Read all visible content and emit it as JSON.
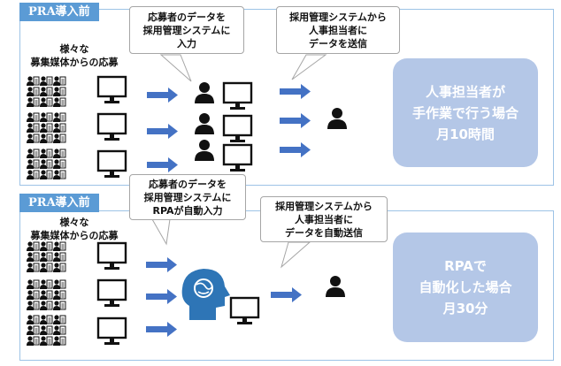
{
  "before": {
    "tag": "PRA導入前",
    "source_label": [
      "様々な",
      "募集媒体からの応募"
    ],
    "callout_input": [
      "応募者のデータを",
      "採用管理システムに",
      "入力"
    ],
    "callout_send": [
      "採用管理システムから",
      "人事担当者に",
      "データを送信"
    ],
    "result": [
      "人事担当者が",
      "手作業で行う場合",
      "月10時間"
    ]
  },
  "after": {
    "tag": "PRA導入前",
    "source_label": [
      "様々な",
      "募集媒体からの応募"
    ],
    "callout_input": [
      "応募者のデータを",
      "採用管理システムに",
      "RPAが自動入力"
    ],
    "callout_send": [
      "採用管理システムから",
      "人事担当者に",
      "データを自動送信"
    ],
    "result": [
      "RPAで",
      "自動化した場合",
      "月30分"
    ]
  },
  "icons": {
    "applicants": "applicant-crowd-icon",
    "monitor": "monitor-icon",
    "arrow": "arrow-right-icon",
    "person": "person-icon",
    "rpa": "ai-head-icon"
  },
  "colors": {
    "arrow": "#4472c4",
    "tag": "#5b9bd5",
    "result": "#b4c7e7",
    "border": "#9dc3e6"
  }
}
